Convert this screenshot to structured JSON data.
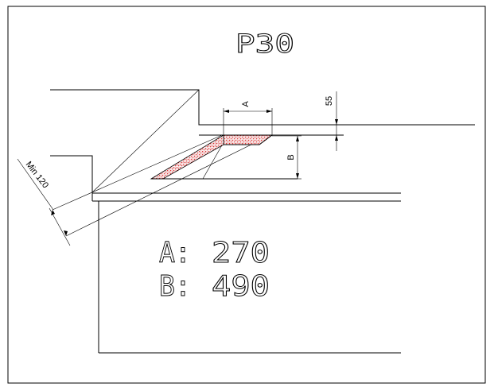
{
  "drawing": {
    "title": "P30",
    "dimension_labels": {
      "a": "A",
      "b": "B",
      "top": "55",
      "min": "Min 120"
    },
    "values": [
      {
        "label": "A:",
        "value": "270"
      },
      {
        "label": "B:",
        "value": "490"
      }
    ],
    "colors": {
      "line": "#000000",
      "hatch": "#e03030",
      "background": "#ffffff"
    }
  }
}
